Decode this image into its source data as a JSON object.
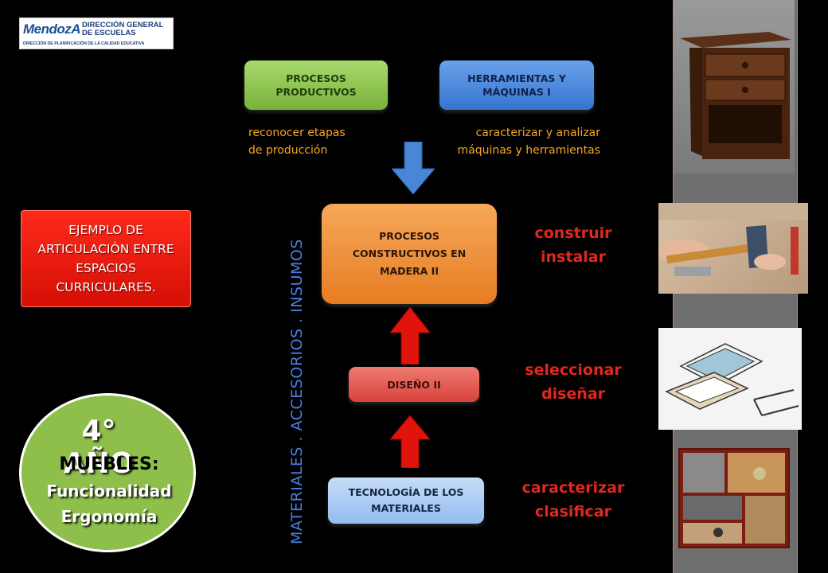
{
  "logo": {
    "brand": "MendozA",
    "org_line1": "DIRECCIÓN GENERAL",
    "org_line2": "DE ESCUELAS",
    "subtitle": "DIRECCIÓN DE PLANIFICACIÓN DE LA CALIDAD EDUCATIVA"
  },
  "boxes": {
    "procesos_productivos": "PROCESOS PRODUCTIVOS",
    "herramientas": "HERRAMIENTAS Y MÁQUINAS I",
    "procesos_constructivos": "PROCESOS CONSTRUCTIVOS EN MADERA II",
    "diseno": "DISEÑO II",
    "tecnologia": "TECNOLOGÍA DE LOS MATERIALES"
  },
  "notes": {
    "left_line1": "reconocer etapas",
    "left_line2": "de producción",
    "right_line1": "caracterizar y analizar",
    "right_line2": "máquinas y herramientas"
  },
  "verbs": {
    "construir": "construir",
    "instalar": "instalar",
    "seleccionar": "seleccionar",
    "disenar": "diseñar",
    "caracterizar": "caracterizar",
    "clasificar": "clasificar"
  },
  "vertical_label": "MATERIALES . ACCESORIOS . INSUMOS",
  "ejemplo": "EJEMPLO DE ARTICULACIÓN ENTRE ESPACIOS CURRICULARES.",
  "badge": {
    "year": "4° AÑO",
    "topic": "MUEBLES:",
    "line1": "Funcionalidad",
    "line2": "Ergonomía"
  },
  "colors": {
    "arrow_blue": "#4a86d6",
    "arrow_red": "#e0140c",
    "verb_red": "#e0281e",
    "note_orange": "#f5a623"
  }
}
